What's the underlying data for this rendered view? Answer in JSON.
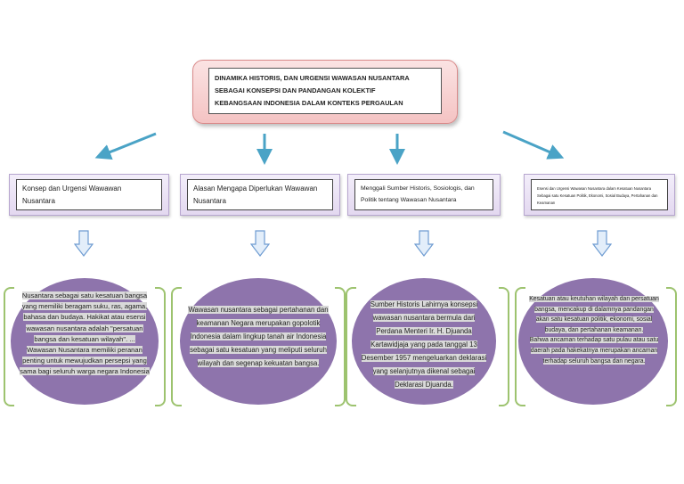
{
  "title": {
    "line1": "DINAMIKA HISTORIS, DAN URGENSI WAWASAN NUSANTARA",
    "line2": "SEBAGAI KONSEPSI DAN PANDANGAN KOLEKTIF",
    "line3": "KEBANGSAAN INDONESIA DALAM KONTEKS PERGAULAN"
  },
  "boxes": [
    {
      "label": "Konsep dan Urgensi Wawawan Nusantara"
    },
    {
      "label": "Alasan Mengapa Diperlukan Wawawan Nusantara"
    },
    {
      "label": "Menggali Sumber Historis, Sosiologis, dan Politik tentang Wawasan Nusantara"
    },
    {
      "label": "Esensi dan Urgensi Wawasan Nusantara dalam Kesatuan Nusantara Sebagai satu Kesatuan Politik, Ekonomi, Sosial Budaya, Pertahanan dan Keamanan"
    }
  ],
  "ellipses": [
    {
      "text": "Nusantara sebagai satu kesatuan bangsa yang memiliki beragam suku, ras, agama, bahasa dan budaya. Hakikat atau esensi wawasan nusantara adalah \"persatuan bangsa dan kesatuan wilayah\". ... Wawasan Nusantara memiliki peranan penting untuk mewujudkan persepsi yang sama bagi seluruh warga negara Indonesia"
    },
    {
      "text": "Wawasan nusantara sebagai pertahanan dan keamanan Negara merupakan gopolotik Indonesia dalam lingkup tanah air Indonesia sebagai satu kesatuan yang meliputi seluruh wilayah dan segenap kekuatan bangsa."
    },
    {
      "text": "Sumber Historis Lahirnya konsepsi wawasan nusantara bermula dari Perdana Menteri Ir. H. Djuanda Kartawidjaja yang pada tanggal 13 Desember 1957 mengeluarkan deklarasi yang selanjutnya dikenal sebagai Deklarasi Djuanda."
    },
    {
      "text1": "Kesatuan atau keutuhan wilayah dan persatuan bangsa, mencakup di dalamnya pandangan akan satu kesatuan politik, ekonomi, sosial budaya, dan pertahanan keamanan.",
      "text2": "Bahwa ancaman terhadap satu pulau atau satu daerah pada hakekatnya merupakan ancaman terhadap seluruh bangsa dan negara."
    }
  ],
  "colors": {
    "arrow": "#4aa3c6",
    "ellipse": "#8e74ac",
    "bracket": "#9dc36f"
  }
}
